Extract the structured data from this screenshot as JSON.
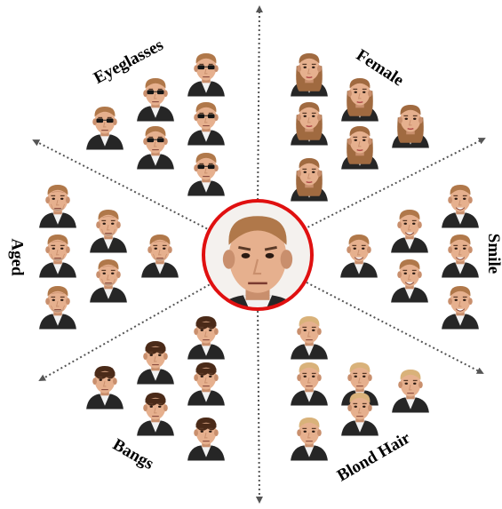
{
  "center": {
    "label": "neutral-face"
  },
  "colors": {
    "ring": "#e01010",
    "axis": "#555555",
    "skin": "#e6b08e",
    "skin_shade": "#c98f6d",
    "hair": "#b0784a",
    "hair_dark": "#4a2a18",
    "hair_blond": "#d9b27a",
    "suit": "#262626",
    "shirt": "#f2f2f2"
  },
  "attributes": [
    {
      "id": "eyeglasses",
      "label": "Eyeglasses",
      "variant": "glasses"
    },
    {
      "id": "female",
      "label": "Female",
      "variant": "female"
    },
    {
      "id": "smile",
      "label": "Smile",
      "variant": "smile"
    },
    {
      "id": "blond",
      "label": "Blond Hair",
      "variant": "blond"
    },
    {
      "id": "bangs",
      "label": "Bangs",
      "variant": "bangs"
    },
    {
      "id": "aged",
      "label": "Aged",
      "variant": "aged"
    }
  ]
}
